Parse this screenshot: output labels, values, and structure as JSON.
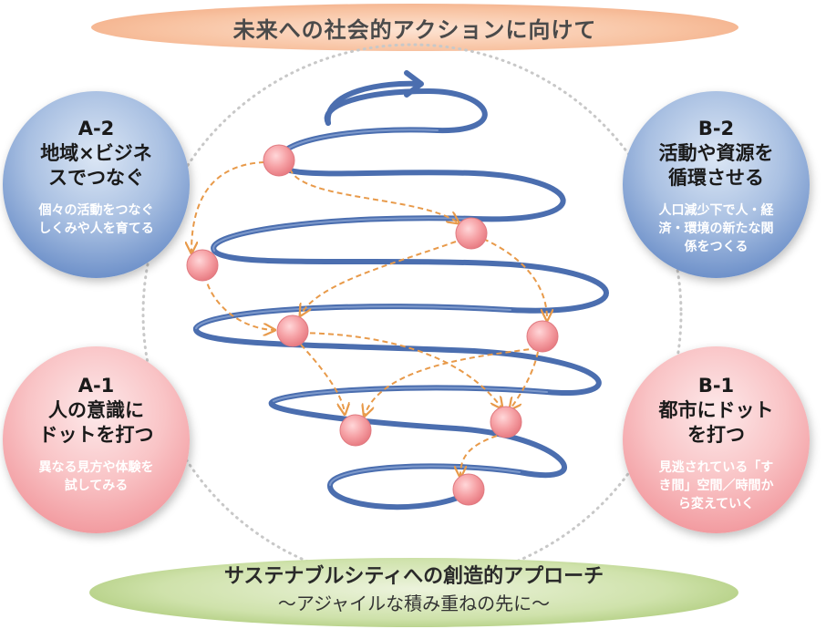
{
  "top_banner": {
    "title": "未来への社会的アクションに向けて"
  },
  "bottom_banner": {
    "title": "サステナブルシティへの創造的アプローチ",
    "subtitle": "〜アジャイルな積み重ねの先に〜"
  },
  "circles": {
    "a2": {
      "code": "A-2",
      "title": "地域×ビジネ\nスでつなぐ",
      "desc": "個々の活動をつなぐ\nしくみや人を育てる"
    },
    "b2": {
      "code": "B-2",
      "title": "活動や資源を\n循環させる",
      "desc": "人口減少下で人・経\n済・環境の新たな関\n係をつくる"
    },
    "a1": {
      "code": "A-1",
      "title": "人の意識に\nドットを打つ",
      "desc": "異なる見方や体験を\n試してみる"
    },
    "b1": {
      "code": "B-1",
      "title": "都市にドット\nを打つ",
      "desc": "見逃されている「す\nき間」空間／時間か\nら変えていく"
    }
  },
  "colors": {
    "spiral": "#4b6eaf",
    "dots": "#f28b8f",
    "arrows": "#e89a4a",
    "guide_circle": "#c8c8c8"
  }
}
